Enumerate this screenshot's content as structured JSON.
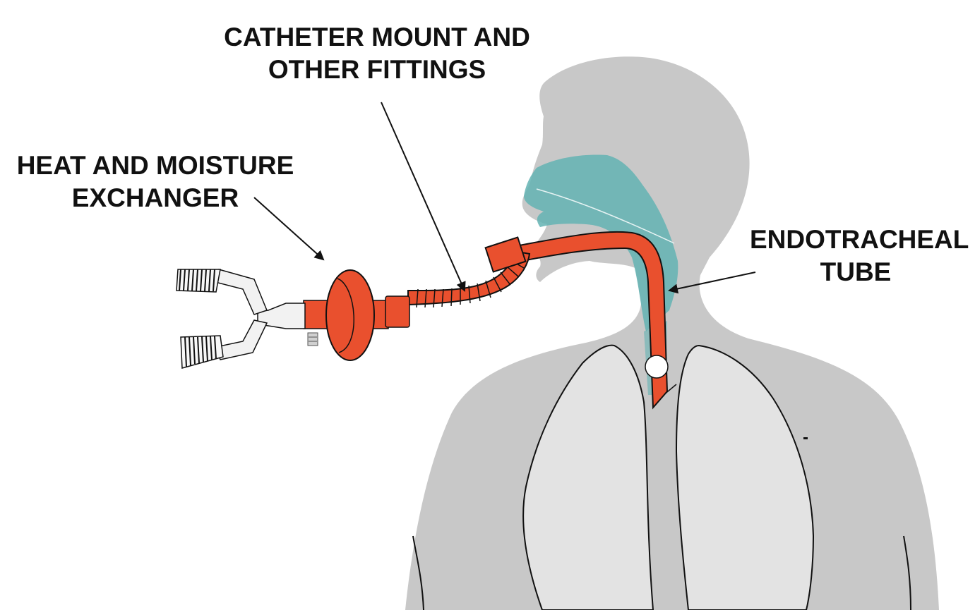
{
  "labels": {
    "catheter_mount": {
      "line1": "CATHETER MOUNT AND",
      "line2": "OTHER FITTINGS"
    },
    "hme": {
      "line1": "HEAT AND MOISTURE",
      "line2": "EXCHANGER"
    },
    "endotracheal_tube": {
      "line1": "ENDOTRACHEAL",
      "line2": "TUBE"
    }
  },
  "colors": {
    "body": "#c8c8c8",
    "lung": "#e3e3e3",
    "airway": "#63b3b3",
    "tube": "#e9502e",
    "outline": "#111111"
  },
  "icons": [
    "corrugated-hose-icon",
    "hme-filter-icon",
    "catheter-mount-icon",
    "endotracheal-tube-icon"
  ]
}
